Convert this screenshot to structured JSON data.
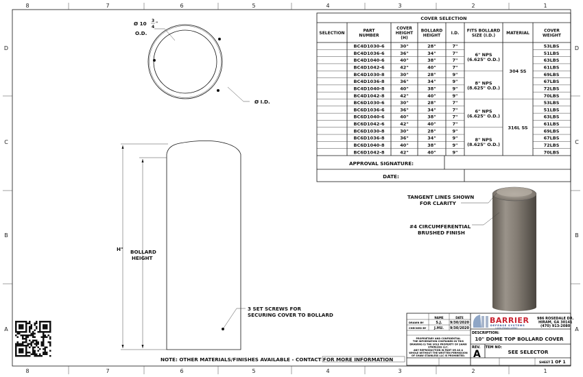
{
  "zones": {
    "columns": [
      "8",
      "7",
      "6",
      "5",
      "4",
      "3",
      "2",
      "1"
    ],
    "rows": [
      "D",
      "C",
      "B",
      "A"
    ]
  },
  "top_view": {
    "od_label_prefix": "Ø 10",
    "od_fraction_num": "3",
    "od_fraction_den": "4",
    "od_fraction_suffix": "\"",
    "od_label": "O.D.",
    "id_label": "Ø I.D."
  },
  "side_view": {
    "h_label": "H\"",
    "bollard_height_label_1": "BOLLARD",
    "bollard_height_label_2": "HEIGHT",
    "set_screws_label_1": "3 SET SCREWS FOR",
    "set_screws_label_2": "SECURING COVER TO BOLLARD"
  },
  "iso_view": {
    "tangent_label_1": "TANGENT LINES SHOWN",
    "tangent_label_2": "FOR CLARITY",
    "finish_label_1": "#4 CIRCUMFERENTIAL",
    "finish_label_2": "BRUSHED FINISH"
  },
  "note": "NOTE: OTHER MATERIALS/FINISHES AVAILABLE - CONTACT FOR MORE INFORMATION",
  "cover_selection": {
    "title": "COVER SELECTION",
    "headers": [
      [
        "SELECTION"
      ],
      [
        "PART",
        "NUMBER"
      ],
      [
        "COVER",
        "HEIGHT",
        "(H)"
      ],
      [
        "BOLLARD",
        "HEIGHT"
      ],
      [
        "I.D."
      ],
      [
        "FITS BOLLARD",
        "SIZE (I.D.)"
      ],
      [
        "MATERIAL"
      ],
      [
        "COVER",
        "WEIGHT"
      ]
    ],
    "rows": [
      {
        "selection": "",
        "part": "BC4D1030-6",
        "cover_height": "30\"",
        "bollard_height": "28\"",
        "id": "7\"",
        "weight": "53LBS"
      },
      {
        "selection": "",
        "part": "BC4D1036-6",
        "cover_height": "36\"",
        "bollard_height": "34\"",
        "id": "7\"",
        "weight": "51LBS"
      },
      {
        "selection": "",
        "part": "BC4D1040-6",
        "cover_height": "40\"",
        "bollard_height": "38\"",
        "id": "7\"",
        "weight": "63LBS"
      },
      {
        "selection": "",
        "part": "BC4D1042-6",
        "cover_height": "42\"",
        "bollard_height": "40\"",
        "id": "7\"",
        "weight": "61LBS"
      },
      {
        "selection": "",
        "part": "BC4D1030-8",
        "cover_height": "30\"",
        "bollard_height": "28\"",
        "id": "9\"",
        "weight": "69LBS"
      },
      {
        "selection": "",
        "part": "BC4D1036-8",
        "cover_height": "36\"",
        "bollard_height": "34\"",
        "id": "9\"",
        "weight": "67LBS"
      },
      {
        "selection": "",
        "part": "BC4D1040-8",
        "cover_height": "40\"",
        "bollard_height": "38\"",
        "id": "9\"",
        "weight": "72LBS"
      },
      {
        "selection": "",
        "part": "BC4D1042-8",
        "cover_height": "42\"",
        "bollard_height": "40\"",
        "id": "9\"",
        "weight": "70LBS"
      },
      {
        "selection": "",
        "part": "BC6D1030-6",
        "cover_height": "30\"",
        "bollard_height": "28\"",
        "id": "7\"",
        "weight": "53LBS"
      },
      {
        "selection": "",
        "part": "BC6D1036-6",
        "cover_height": "36\"",
        "bollard_height": "34\"",
        "id": "7\"",
        "weight": "51LBS"
      },
      {
        "selection": "",
        "part": "BC6D1040-6",
        "cover_height": "40\"",
        "bollard_height": "38\"",
        "id": "7\"",
        "weight": "63LBS"
      },
      {
        "selection": "",
        "part": "BC6D1042-6",
        "cover_height": "42\"",
        "bollard_height": "40\"",
        "id": "7\"",
        "weight": "61LBS"
      },
      {
        "selection": "",
        "part": "BC6D1030-8",
        "cover_height": "30\"",
        "bollard_height": "28\"",
        "id": "9\"",
        "weight": "69LBS"
      },
      {
        "selection": "",
        "part": "BC6D1036-8",
        "cover_height": "36\"",
        "bollard_height": "34\"",
        "id": "9\"",
        "weight": "67LBS"
      },
      {
        "selection": "",
        "part": "BC6D1040-8",
        "cover_height": "40\"",
        "bollard_height": "38\"",
        "id": "9\"",
        "weight": "72LBS"
      },
      {
        "selection": "",
        "part": "BC6D1042-8",
        "cover_height": "42\"",
        "bollard_height": "40\"",
        "id": "9\"",
        "weight": "70LBS"
      }
    ],
    "fits_groups": [
      [
        "6\" NPS",
        "(6.625\" O.D.)"
      ],
      [
        "8\" NPS",
        "(8.625\" O.D.)"
      ],
      [
        "6\" NPS",
        "(6.625\" O.D.)"
      ],
      [
        "8\" NPS",
        "(8.625\" O.D.)"
      ]
    ],
    "material_groups": [
      "304 SS",
      "316L SS"
    ],
    "approval_label": "APPROVAL SIGNATURE:",
    "approval_value": "",
    "date_label": "DATE:",
    "date_value": ""
  },
  "title_block": {
    "name_header": "NAME",
    "date_header": "DATE",
    "drawn_by_label": "DRAWN BY",
    "drawn_by_name": "S.J.",
    "drawn_by_date": "9/30/2020",
    "checked_by_label": "CHECKED BY",
    "checked_by_name": "J.HU.",
    "checked_by_date": "9/30/2020",
    "proprietary": [
      "PROPRIETARY AND CONFIDENTIAL",
      "THE INFORMATION CONTAINED IN THIS",
      "DRAWING IS THE SOLE PROPERTY OF SHAW",
      "STAINLESS LLC.",
      "ANY REPRODUCTION IN PART OR AS A",
      "WHOLE WITHOUT THE WRITTEN PERMISSION",
      "OF SHAW STAINLESS LLC IS PROHIBITED."
    ],
    "company_name": "BARRIER",
    "company_sub": "DEFENSE SYSTEMS",
    "company_tag": "A SHAW STAINLESS COMPANY",
    "address": [
      "986 ROSEDALE DR.",
      "HIRAM, GA 30141",
      "(470) 913-2080"
    ],
    "description_label": "DESCRIPTION:",
    "description": "10\" DOME TOP BOLLARD COVER",
    "rev_label": "REV.",
    "rev": "A",
    "item_no_label": "ITEM NO:",
    "item_no": "SEE SELECTOR",
    "sheet_label": "SHEET",
    "sheet": "1 OF 1"
  },
  "colors": {
    "logo_red": "#c8202e",
    "logo_blue": "#2b4a8b",
    "steel": "#8a8378"
  }
}
